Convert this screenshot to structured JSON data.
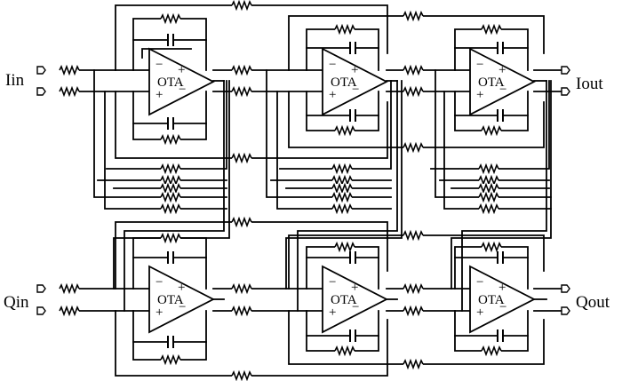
{
  "ports": {
    "i_in": "Iin",
    "q_in": "Qin",
    "i_out": "Iout",
    "q_out": "Qout"
  },
  "ota_label": "OTA",
  "ota_minus": "−",
  "ota_plus": "+"
}
